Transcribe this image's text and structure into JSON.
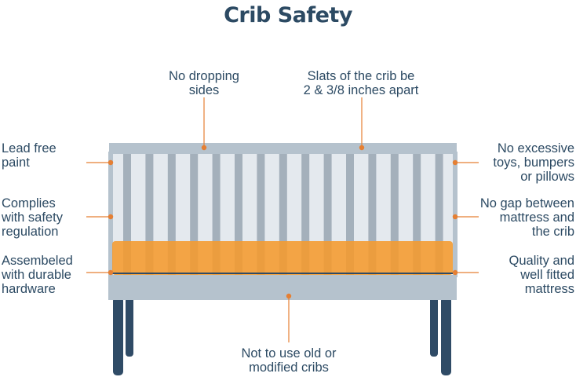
{
  "title": "Crib Safety",
  "callouts": {
    "no_dropping_sides": [
      "No dropping",
      "sides"
    ],
    "slats_spacing": [
      "Slats of the crib be",
      "2 & 3/8 inches apart"
    ],
    "lead_free_paint": [
      "Lead free",
      "paint"
    ],
    "complies_safety": [
      "Complies",
      "with safety",
      "regulation"
    ],
    "durable_hardware": [
      "Assembeled",
      "with durable",
      "hardware"
    ],
    "no_excessive_toys": [
      "No excessive",
      "toys, bumpers",
      "or pillows"
    ],
    "no_gap": [
      "No gap between",
      "mattress and",
      "the crib"
    ],
    "quality_mattress": [
      "Quality and",
      "well fitted",
      "mattress"
    ],
    "not_old_cribs": [
      "Not to use old or",
      "modified cribs"
    ]
  },
  "colors": {
    "title": "#2c4a63",
    "text": "#2c4a63",
    "rail": "#b5c2cd",
    "slat": "#a4b0bb",
    "slat_light": "#e4e9ee",
    "mattress": "#f59a2e",
    "leg": "#2f4b66",
    "callout": "#e57f33"
  }
}
